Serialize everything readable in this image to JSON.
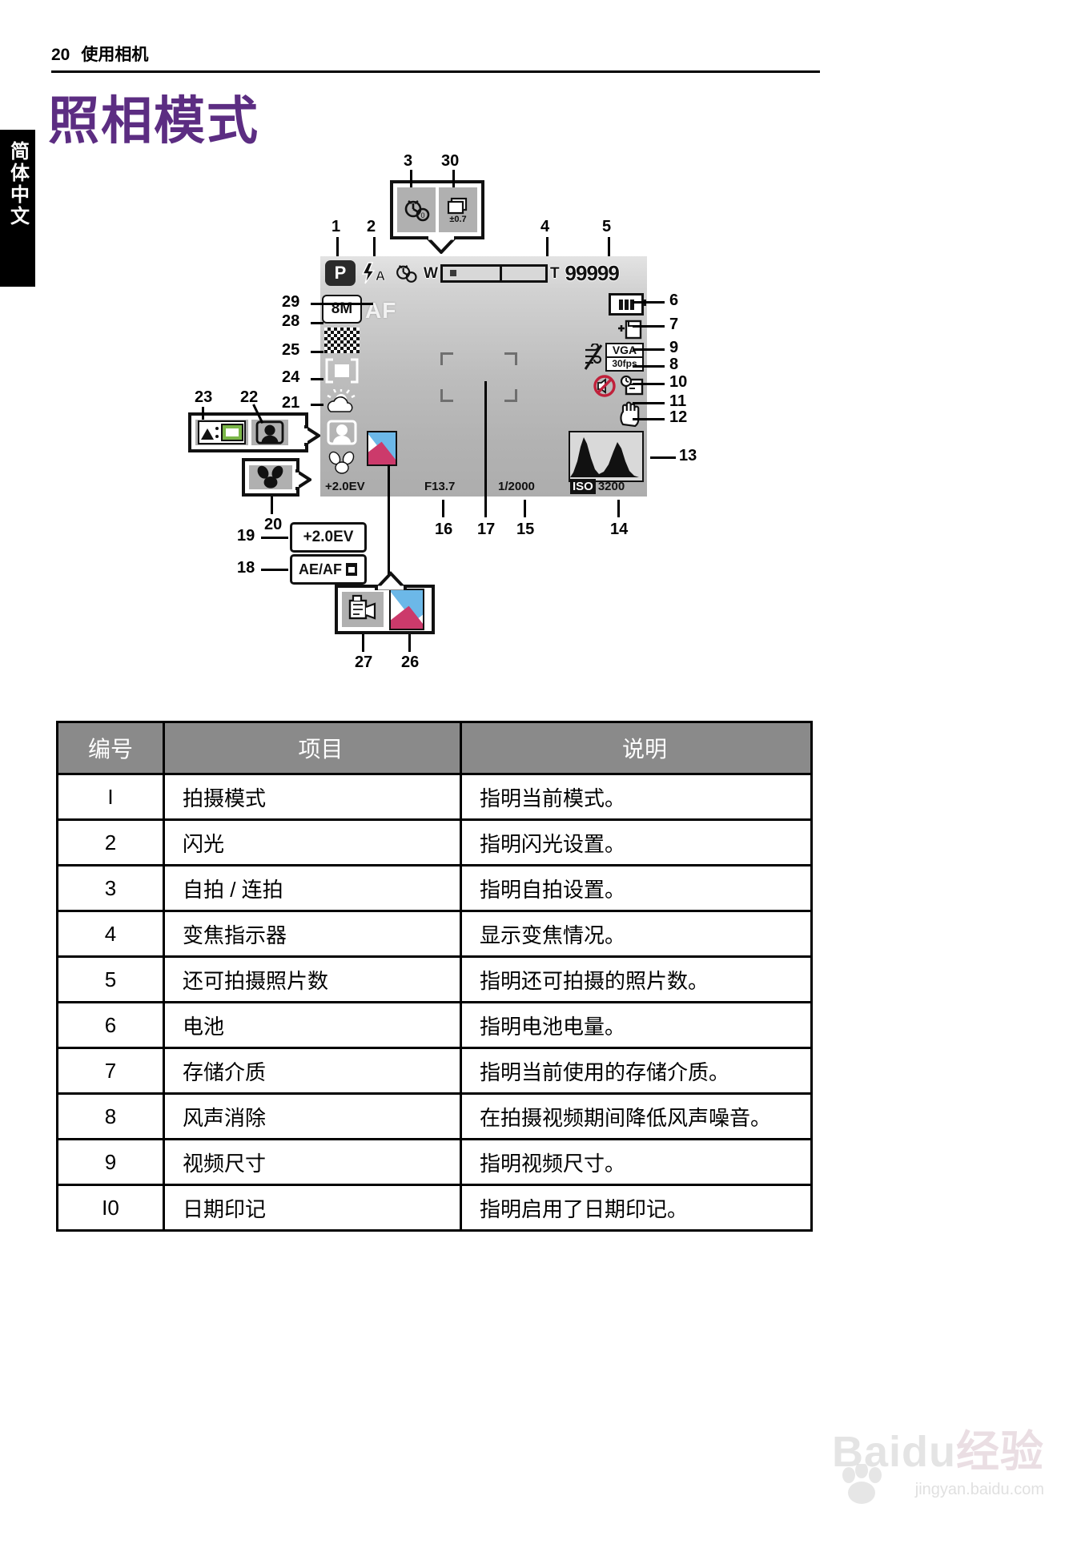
{
  "header": {
    "page_number": "20",
    "section": "使用相机",
    "title": "照相模式"
  },
  "side_tab": {
    "label": "简体中文"
  },
  "diagram": {
    "lcd": {
      "top_bar": {
        "mode_icon": "P",
        "flash_icon": "flash-auto",
        "flash_label": "A",
        "selftimer_icon": "self-timer",
        "zoom_wide": "W",
        "zoom_tele": "T",
        "shots_remaining": "99999"
      },
      "left_column": [
        {
          "id": "28",
          "label": "8M",
          "icon": "resolution-8m"
        },
        {
          "id": "25",
          "label": "",
          "icon": "quality-checker"
        },
        {
          "id": "24",
          "label": "",
          "icon": "metering-frame"
        },
        {
          "id": "21",
          "label": "",
          "icon": "white-balance-sun-cloud"
        },
        {
          "id": "22",
          "label": "",
          "icon": "face-detection"
        },
        {
          "id": "20",
          "label": "",
          "icon": "macro-flower"
        }
      ],
      "af_text": "AF",
      "right_column": [
        {
          "id": "6",
          "icon": "battery-full"
        },
        {
          "id": "7",
          "icon": "storage-media"
        },
        {
          "id": "9",
          "label_top": "VGA",
          "label_bottom": "30fps",
          "icon": "video-size"
        },
        {
          "id": "8",
          "icon": "wind-cut"
        },
        {
          "id": "10",
          "icon": "date-stamp"
        },
        {
          "id": "11",
          "icon": "no-sound"
        },
        {
          "id": "12",
          "icon": "stabilizer-hand"
        },
        {
          "id": "13",
          "icon": "histogram"
        }
      ],
      "bottom_bar": {
        "ev": "+2.0EV",
        "aperture": "F13.7",
        "shutter": "1/2000",
        "iso_label": "ISO",
        "iso_value": "3200"
      }
    },
    "callout_top": {
      "items": [
        {
          "number": "3",
          "icon": "self-timer-10s"
        },
        {
          "number": "30",
          "icon": "bracketing",
          "label": "±0.7"
        }
      ]
    },
    "callout_bottom": {
      "items": [
        {
          "number": "27",
          "icon": "film-effect"
        },
        {
          "number": "26",
          "icon": "color-mode"
        }
      ]
    },
    "callout_left_top": {
      "items": [
        {
          "number": "23",
          "icon": "scene-mode"
        },
        {
          "number": "22",
          "icon": "face-detect-box"
        }
      ]
    },
    "callout_left_bottom": {
      "items": [
        {
          "number": "20",
          "icon": "macro-flower"
        }
      ]
    },
    "badges_left": [
      {
        "number": "19",
        "label": "+2.0EV"
      },
      {
        "number": "18",
        "label": "AE/AF"
      }
    ],
    "leader_numbers": [
      "1",
      "2",
      "3",
      "4",
      "5",
      "6",
      "7",
      "8",
      "9",
      "10",
      "11",
      "12",
      "13",
      "14",
      "15",
      "16",
      "17",
      "18",
      "19",
      "20",
      "21",
      "22",
      "23",
      "24",
      "25",
      "26",
      "27",
      "28",
      "29",
      "30"
    ]
  },
  "table": {
    "headers": [
      "编号",
      "项目",
      "说明"
    ],
    "rows": [
      {
        "no": "I",
        "item": "拍摄模式",
        "desc": "指明当前模式。"
      },
      {
        "no": "2",
        "item": "闪光",
        "desc": "指明闪光设置。"
      },
      {
        "no": "3",
        "item": "自拍 / 连拍",
        "desc": "指明自拍设置。"
      },
      {
        "no": "4",
        "item": "变焦指示器",
        "desc": "显示变焦情况。"
      },
      {
        "no": "5",
        "item": "还可拍摄照片数",
        "desc": "指明还可拍摄的照片数。"
      },
      {
        "no": "6",
        "item": "电池",
        "desc": "指明电池电量。"
      },
      {
        "no": "7",
        "item": "存储介质",
        "desc": "指明当前使用的存储介质。"
      },
      {
        "no": "8",
        "item": "风声消除",
        "desc": "在拍摄视频期间降低风声噪音。"
      },
      {
        "no": "9",
        "item": "视频尺寸",
        "desc": "指明视频尺寸。"
      },
      {
        "no": "I0",
        "item": "日期印记",
        "desc": "指明启用了日期印记。"
      }
    ]
  },
  "watermark": {
    "main": "Baidu",
    "main_suffix": "经验",
    "sub": "jingyan.baidu.com"
  },
  "colors": {
    "title_purple": "#5c2d82",
    "table_header_gray": "#8a8a8a",
    "lcd_gray": "#bdbdbd",
    "accent_blue": "#6cb8e8",
    "accent_magenta": "#cc3a6b"
  }
}
